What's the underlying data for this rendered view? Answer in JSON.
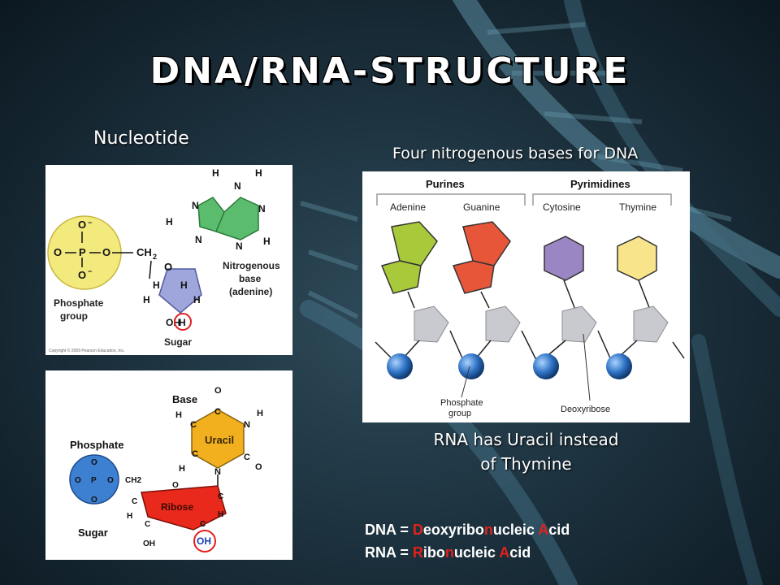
{
  "title": "DNA/RNA-STRUCTURE",
  "nucleotide_heading": "Nucleotide",
  "bases_heading": "Four nitrogenous bases for DNA",
  "rna_note": "RNA has Uracil instead of Thymine",
  "nucleotide_diagram": {
    "phosphate_label": "Phosphate group",
    "sugar_label": "Sugar",
    "base_label": "Nitrogenous base (adenine)",
    "copyright": "Copyright © 2009 Pearson Education, Inc."
  },
  "rna_diagram": {
    "base_label": "Base",
    "phosphate_label": "Phosphate",
    "sugar_label": "Sugar",
    "ring_label": "Uracil",
    "sugar_ring_label": "Ribose",
    "oh_label": "OH"
  },
  "bases_diagram": {
    "purines_label": "Purines",
    "pyrimidines_label": "Pyrimidines",
    "bases": [
      "Adenine",
      "Guanine",
      "Cytosine",
      "Thymine"
    ],
    "phosphate_label": "Phosphate group",
    "deoxyribose_label": "Deoxyribose"
  },
  "acronyms": [
    {
      "parts": [
        {
          "t": "DNA = ",
          "h": false
        },
        {
          "t": "D",
          "h": true
        },
        {
          "t": "eoxyribo",
          "h": false
        },
        {
          "t": "n",
          "h": true
        },
        {
          "t": "ucleic ",
          "h": false
        },
        {
          "t": "A",
          "h": true
        },
        {
          "t": "cid",
          "h": false
        }
      ]
    },
    {
      "parts": [
        {
          "t": "RNA = ",
          "h": false
        },
        {
          "t": "R",
          "h": true
        },
        {
          "t": "ibo",
          "h": false
        },
        {
          "t": "n",
          "h": true
        },
        {
          "t": "ucleic ",
          "h": false
        },
        {
          "t": "A",
          "h": true
        },
        {
          "t": "cid",
          "h": false
        }
      ]
    }
  ],
  "colors": {
    "adenine": "#a8c93a",
    "guanine": "#e8563a",
    "cytosine": "#9b86c4",
    "thymine": "#f7e48b",
    "uracil": "#f2b01e",
    "ribose": "#e8291b",
    "phosphate_sphere": "#3d7fd0",
    "sugar_pentagon": "#c8cad0"
  }
}
